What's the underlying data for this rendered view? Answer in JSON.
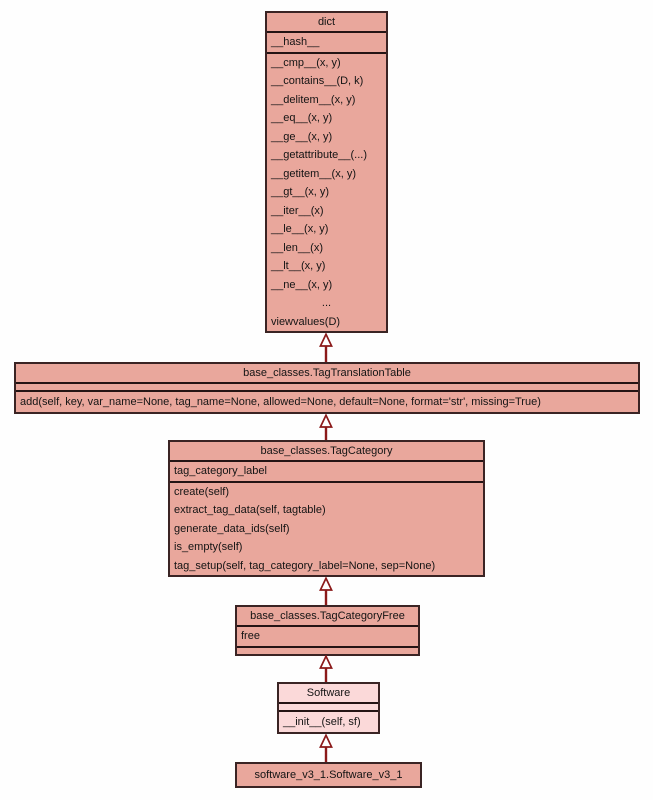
{
  "diagram": {
    "type": "uml-class-inheritance",
    "colors": {
      "class_fill": "#e9a79c",
      "highlight_fill": "#fbd9d9",
      "border": "#3a2424",
      "arrow": "#8b1a1a",
      "background": "#fefefe",
      "text": "#141414"
    },
    "classes": [
      {
        "name": "dict",
        "attributes": [
          "__hash__"
        ],
        "methods": [
          "__cmp__(x, y)",
          "__contains__(D, k)",
          "__delitem__(x, y)",
          "__eq__(x, y)",
          "__ge__(x, y)",
          "__getattribute__(...)",
          "__getitem__(x, y)",
          "__gt__(x, y)",
          "__iter__(x)",
          "__le__(x, y)",
          "__len__(x)",
          "__lt__(x, y)",
          "__ne__(x, y)",
          "...",
          "viewvalues(D)"
        ]
      },
      {
        "name": "base_classes.TagTranslationTable",
        "attributes": [],
        "methods": [
          "add(self, key, var_name=None, tag_name=None, allowed=None, default=None, format='str', missing=True)"
        ]
      },
      {
        "name": "base_classes.TagCategory",
        "attributes": [
          "tag_category_label"
        ],
        "methods": [
          "create(self)",
          "extract_tag_data(self, tagtable)",
          "generate_data_ids(self)",
          "is_empty(self)",
          "tag_setup(self, tag_category_label=None, sep=None)"
        ]
      },
      {
        "name": "base_classes.TagCategoryFree",
        "attributes": [
          "free"
        ],
        "methods": []
      },
      {
        "name": "Software",
        "attributes": [],
        "methods": [
          "__init__(self, sf)"
        ]
      },
      {
        "name": "software_v3_1.Software_v3_1",
        "attributes": [],
        "methods": []
      }
    ],
    "relations": [
      {
        "type": "inheritance",
        "from": "base_classes.TagTranslationTable",
        "to": "dict"
      },
      {
        "type": "inheritance",
        "from": "base_classes.TagCategory",
        "to": "base_classes.TagTranslationTable"
      },
      {
        "type": "inheritance",
        "from": "base_classes.TagCategoryFree",
        "to": "base_classes.TagCategory"
      },
      {
        "type": "inheritance",
        "from": "Software",
        "to": "base_classes.TagCategoryFree"
      },
      {
        "type": "inheritance",
        "from": "software_v3_1.Software_v3_1",
        "to": "Software"
      }
    ]
  }
}
